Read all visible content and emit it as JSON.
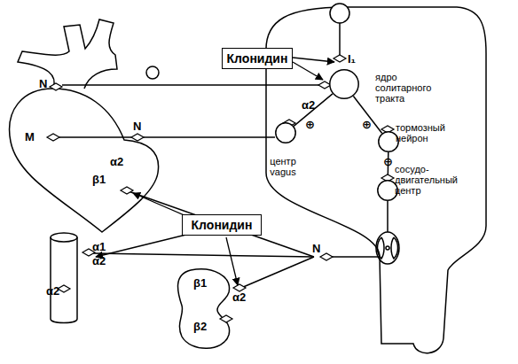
{
  "diagram": {
    "nodes": [
      {
        "text": [
          "Клонидин"
        ]
      },
      {
        "text": [
          "ядро солитарного тракта"
        ]
      },
      {
        "text": [
          "центр vagus"
        ]
      },
      {
        "text": [
          "тормозный нейрон"
        ]
      },
      {
        "text": [
          "сосудо-двигательный центр"
        ]
      },
      {
        "text": [
          "Клонидин"
        ]
      }
    ],
    "edges": [
      {
        "from": 1,
        "to": 2,
        "arrow": "none"
      },
      {
        "from": 1,
        "to": 3,
        "arrow": "none"
      },
      {
        "from": 3,
        "to": 4,
        "arrow": "none"
      }
    ],
    "labels": [
      "I₁",
      "α2",
      "⊕",
      "⊕",
      "⊖",
      "N",
      "M",
      "N",
      "α2",
      "β1",
      "α1",
      "α2",
      "α2",
      "N",
      "β1",
      "α2",
      "β2"
    ]
  }
}
